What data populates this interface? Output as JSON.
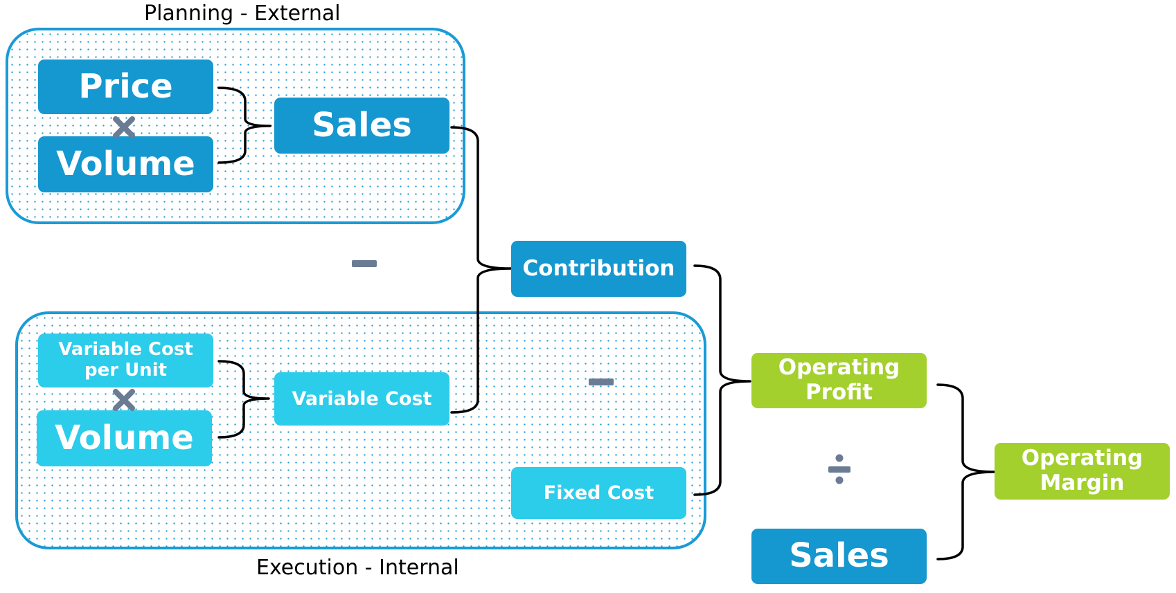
{
  "groups": {
    "planning": {
      "label": "Planning - External"
    },
    "execution": {
      "label": "Execution - Internal"
    }
  },
  "nodes": {
    "price": "Price",
    "volume_top": "Volume",
    "sales_top": "Sales",
    "contribution": "Contribution",
    "variable_cost_per_unit": "Variable Cost\nper Unit",
    "volume_bottom": "Volume",
    "variable_cost": "Variable Cost",
    "fixed_cost": "Fixed Cost",
    "operating_profit": "Operating\nProfit",
    "sales_bottom": "Sales",
    "operating_margin": "Operating\nMargin"
  },
  "operators": {
    "multiply_top": "multiply-icon",
    "multiply_bottom": "multiply-icon",
    "minus_left": "minus-icon",
    "minus_right": "minus-icon",
    "divide": "divide-icon"
  },
  "colors": {
    "dark_blue": "#1597cf",
    "light_blue": "#2ccceb",
    "green": "#a3d02c",
    "group_border": "#1a9ad6",
    "operator": "#6a7b93"
  }
}
